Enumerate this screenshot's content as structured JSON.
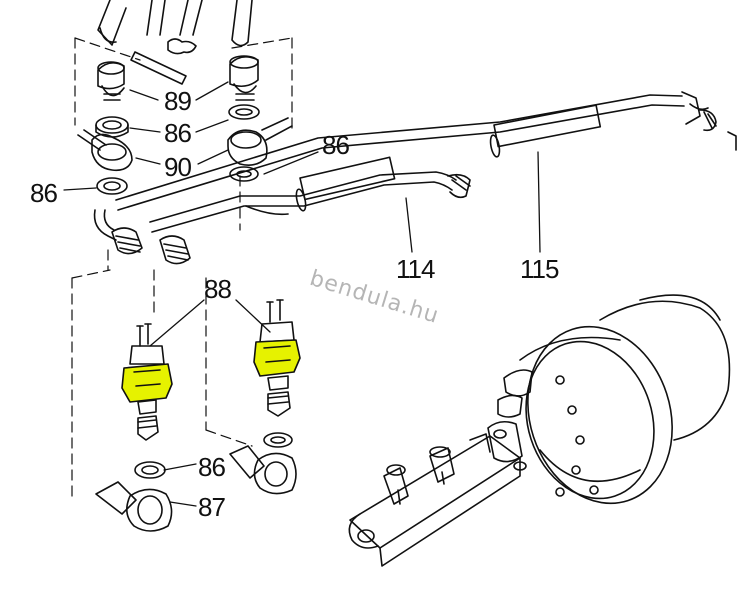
{
  "diagram": {
    "watermark": "bendula.hu",
    "highlight_color": "#e6f200",
    "callouts": {
      "c89": "89",
      "c86_upper": "86",
      "c90": "90",
      "c86_right": "86",
      "c86_left": "86",
      "c88": "88",
      "c114": "114",
      "c115": "115",
      "c86_lower": "86",
      "c87": "87"
    }
  }
}
